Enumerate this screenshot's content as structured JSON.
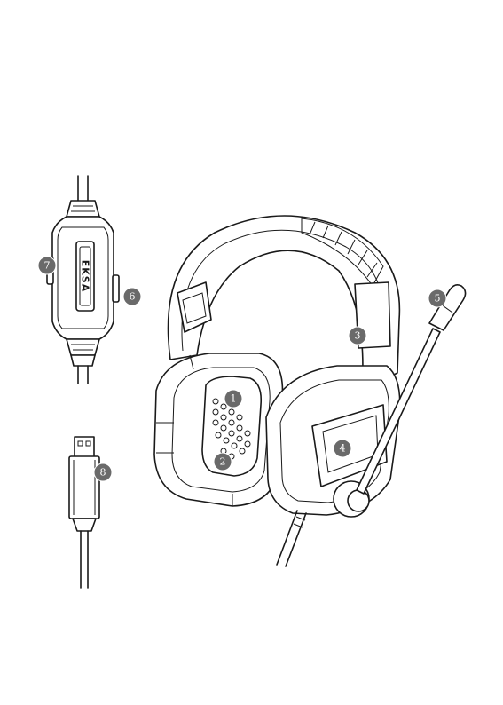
{
  "colors": {
    "line": "#1a1a1a",
    "callout_fill": "#6a6a6a",
    "callout_text": "#ffffff",
    "background": "#ffffff"
  },
  "controller": {
    "brand_text": "EKSA"
  },
  "callouts": [
    {
      "number": "1",
      "target": "ear-cushion-mesh"
    },
    {
      "number": "2",
      "target": "ear-cushion"
    },
    {
      "number": "3",
      "target": "headband"
    },
    {
      "number": "4",
      "target": "earcup-light"
    },
    {
      "number": "5",
      "target": "microphone"
    },
    {
      "number": "6",
      "target": "controller-mute-switch"
    },
    {
      "number": "7",
      "target": "controller-volume-wheel"
    },
    {
      "number": "8",
      "target": "usb-connector"
    }
  ]
}
